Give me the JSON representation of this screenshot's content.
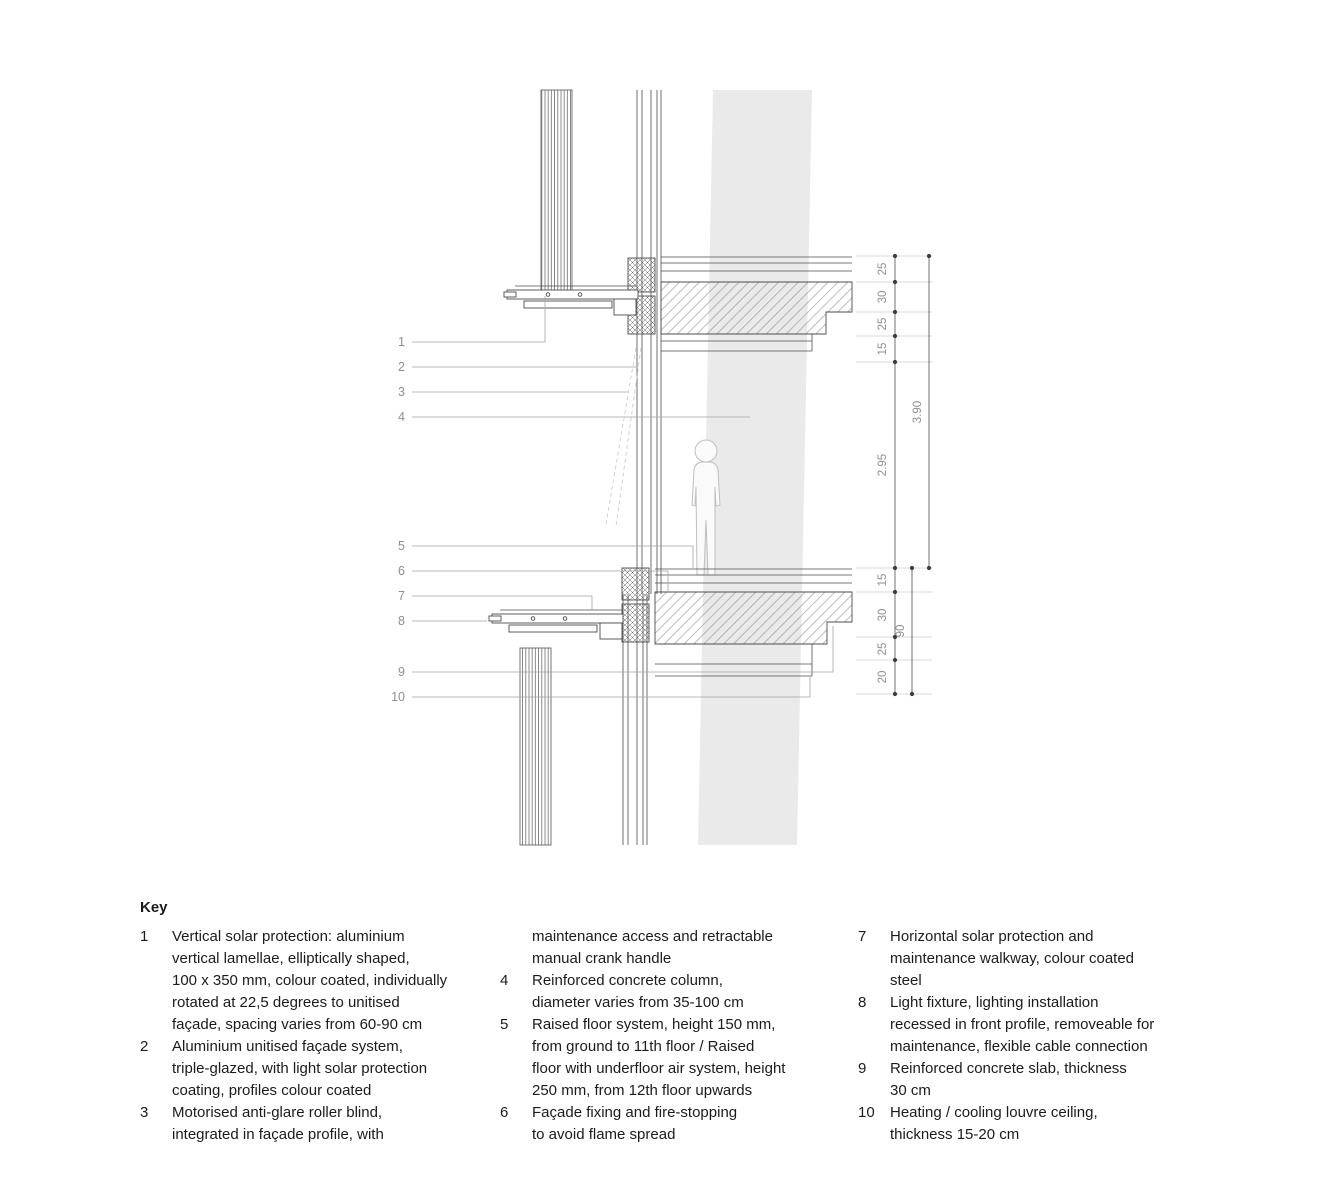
{
  "drawing": {
    "callouts": [
      "1",
      "2",
      "3",
      "4",
      "5",
      "6",
      "7",
      "8",
      "9",
      "10"
    ],
    "dims": {
      "upper": [
        "25",
        "30",
        "25",
        "15"
      ],
      "clear_height": "2.95",
      "floor_to_floor": "3.90",
      "lower": [
        "15",
        "30",
        "25",
        "20"
      ],
      "lower_assembly_total": "90"
    }
  },
  "key": {
    "title": "Key",
    "col1": [
      {
        "num": "1",
        "text": "Vertical solar protection: aluminium\nvertical lamellae, elliptically shaped,\n100 x 350 mm, colour coated, individually\nrotated at 22,5 degrees to unitised\nfaçade, spacing varies from 60-90 cm"
      },
      {
        "num": "2",
        "text": "Aluminium unitised façade system,\ntriple-glazed, with light solar protection\ncoating, profiles colour coated"
      },
      {
        "num": "3",
        "text": "Motorised anti-glare roller blind,\nintegrated in façade profile, with"
      }
    ],
    "col2": [
      {
        "num": "",
        "text": "maintenance access and retractable\nmanual crank handle"
      },
      {
        "num": "4",
        "text": "Reinforced concrete column,\ndiameter varies from 35-100 cm"
      },
      {
        "num": "5",
        "text": "Raised floor system, height 150 mm,\nfrom ground to 11th floor / Raised\nfloor with underfloor air system, height\n250 mm, from 12th floor upwards"
      },
      {
        "num": "6",
        "text": "Façade fixing and fire-stopping\nto avoid flame spread"
      }
    ],
    "col3": [
      {
        "num": "7",
        "text": "Horizontal solar protection and\nmaintenance walkway, colour coated\nsteel"
      },
      {
        "num": "8",
        "text": "Light fixture, lighting installation\nrecessed in front profile, removeable for\nmaintenance, flexible cable connection"
      },
      {
        "num": "9",
        "text": "Reinforced concrete slab, thickness\n30 cm"
      },
      {
        "num": "10",
        "text": "Heating / cooling louvre ceiling,\nthickness 15-20 cm"
      }
    ]
  }
}
